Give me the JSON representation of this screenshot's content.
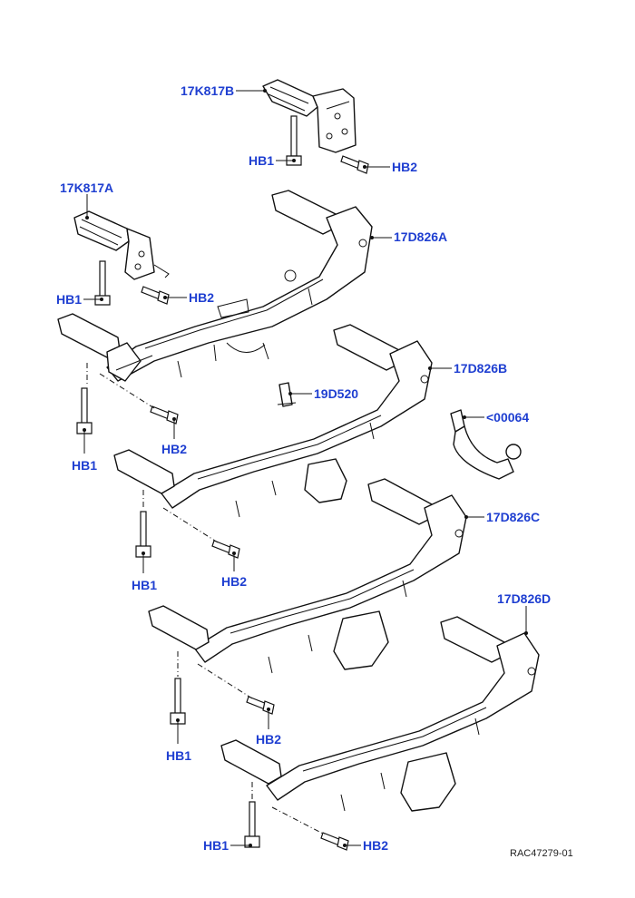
{
  "labels": {
    "bracket_b": "17K817B",
    "bracket_a": "17K817A",
    "beam_a": "17D826A",
    "beam_b": "17D826B",
    "beam_c": "17D826C",
    "beam_d": "17D826D",
    "plate": "19D520",
    "tow_ball": "<00064",
    "hb1": "HB1",
    "hb2": "HB2",
    "reference": "RAC47279-01"
  }
}
